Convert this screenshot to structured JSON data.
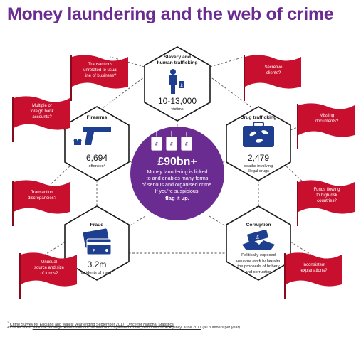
{
  "title": "Money laundering and the web of crime",
  "centre": {
    "headline": "£90bn+",
    "line1": "Money laundering is linked",
    "line2": "to and enables many forms",
    "line3": "of serious and organised crime.",
    "line4": "If you're suspicious,",
    "cta": "flag it up."
  },
  "hexes": {
    "slavery": {
      "title_1": "Slavery and",
      "title_2": "human trafficking",
      "stat": "10-13,000",
      "caption": "victims",
      "icon": "person-with-bag-icon"
    },
    "drugs": {
      "title": "Drug trafficking",
      "stat": "2,479",
      "caption_1": "deaths involving",
      "caption_2": "illegal drugs",
      "icon": "suitcase-with-pills-icon"
    },
    "firearms": {
      "title": "Firearms",
      "stat": "6,694",
      "caption": "offences",
      "sup": "1",
      "icon": "handgun-icon"
    },
    "fraud": {
      "title": "Fraud",
      "stat": "3.2m",
      "caption": "incidents of fraud",
      "sup": "1",
      "icon": "credit-cards-icon"
    },
    "corruption": {
      "title": "Corruption",
      "caption_1": "Politically exposed",
      "caption_2": "persons seek to launder",
      "caption_3": "the proceeds of bribery",
      "caption_4": "and corruption",
      "icon": "money-handshake-icon"
    }
  },
  "flags_left": [
    {
      "lines": [
        "Transactions",
        "unrelated to usual",
        "line of business?"
      ]
    },
    {
      "lines": [
        "Multiple or",
        "foreign bank",
        "accounts?"
      ]
    },
    {
      "lines": [
        "Transaction",
        "discrepancies?"
      ]
    },
    {
      "lines": [
        "Unusual",
        "source and size",
        "of funds?"
      ]
    }
  ],
  "flags_right": [
    {
      "lines": [
        "Secretive",
        "clients?"
      ]
    },
    {
      "lines": [
        "Missing",
        "documents?"
      ]
    },
    {
      "lines": [
        "Funds flowing",
        "to high-risk",
        "countries?"
      ]
    },
    {
      "lines": [
        "Inconsistent",
        "explanations?"
      ]
    }
  ],
  "footnotes": {
    "sup": "1",
    "f1_link": "Crime Survey for England and Wales: year ending September 2017, Office for National Statistics",
    "f2_prefix": "All other stats: ",
    "f2_link": "National Strategic Assessment of Serious and Organised Crime, National Crime Agency, June 2017",
    "f2_suffix": " (all numbers per year)"
  },
  "colors": {
    "purple": "#6b2c91",
    "red": "#c8102e",
    "navy": "#1e3f8f",
    "web_line": "#555555"
  }
}
